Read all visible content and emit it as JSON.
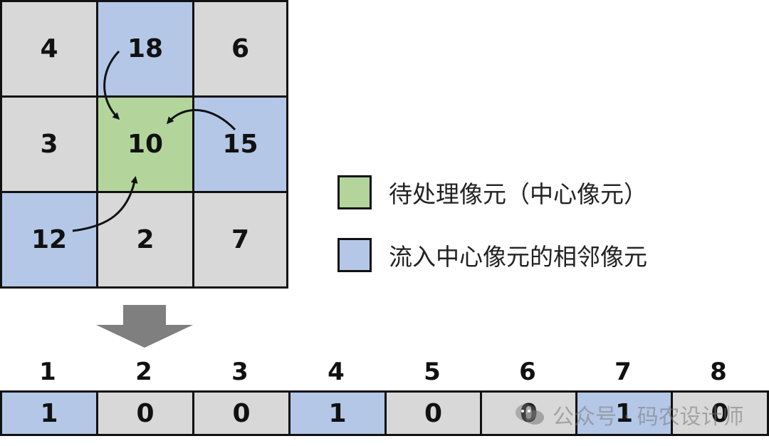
{
  "colors": {
    "blue": "#b4c7e7",
    "green": "#b3d59b",
    "gray": "#d8d8d8",
    "border": "#111111"
  },
  "grid": {
    "cells": [
      {
        "value": "4",
        "fill": "gray"
      },
      {
        "value": "18",
        "fill": "blue"
      },
      {
        "value": "6",
        "fill": "gray"
      },
      {
        "value": "3",
        "fill": "gray"
      },
      {
        "value": "10",
        "fill": "green"
      },
      {
        "value": "15",
        "fill": "blue"
      },
      {
        "value": "12",
        "fill": "blue"
      },
      {
        "value": "2",
        "fill": "gray"
      },
      {
        "value": "7",
        "fill": "gray"
      }
    ]
  },
  "legend": {
    "center_label": "待处理像元（中心像元）",
    "neighbor_label": "流入中心像元的相邻像元"
  },
  "code_strip": {
    "indices": [
      "1",
      "2",
      "3",
      "4",
      "5",
      "6",
      "7",
      "8"
    ],
    "values": [
      {
        "value": "1",
        "fill": "blue"
      },
      {
        "value": "0",
        "fill": "gray"
      },
      {
        "value": "0",
        "fill": "gray"
      },
      {
        "value": "1",
        "fill": "blue"
      },
      {
        "value": "0",
        "fill": "gray"
      },
      {
        "value": "0",
        "fill": "gray"
      },
      {
        "value": "1",
        "fill": "blue"
      },
      {
        "value": "0",
        "fill": "gray"
      }
    ]
  },
  "watermark": {
    "text": "公众号 · 码农设计师",
    "icon": "wechat-icon"
  }
}
